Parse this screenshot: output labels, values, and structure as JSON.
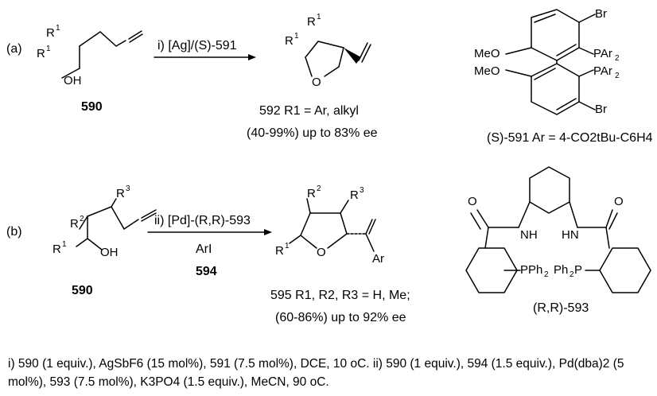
{
  "scheme_a": {
    "label": "(a)",
    "reagent": "i) [Ag]/(S)-591",
    "start_compound": "590",
    "product_line1": "592 R1 = Ar, alkyl",
    "product_line2": "(40-99%) up to 83% ee",
    "ligand_label": "(S)-591 Ar = 4-CO2tBu-C6H4"
  },
  "scheme_b": {
    "label": "(b)",
    "reagent_line1": "ii) [Pd]-(R,R)-593",
    "reagent_line2": "ArI",
    "reagent_line3": "594",
    "start_compound": "590",
    "product_line1": "595 R1, R2, R3 = H, Me;",
    "product_line2": "(60-86%) up to 92% ee",
    "ligand_label": "(R,R)-593"
  },
  "conditions": "i) 590 (1 equiv.), AgSbF6 (15 mol%), 591 (7.5 mol%), DCE, 10 oC. ii) 590 (1 equiv.), 594 (1.5 equiv.), Pd(dba)2 (5 mol%), 593 (7.5 mol%), K3PO4 (1.5 equiv.), MeCN, 90 oC."
}
